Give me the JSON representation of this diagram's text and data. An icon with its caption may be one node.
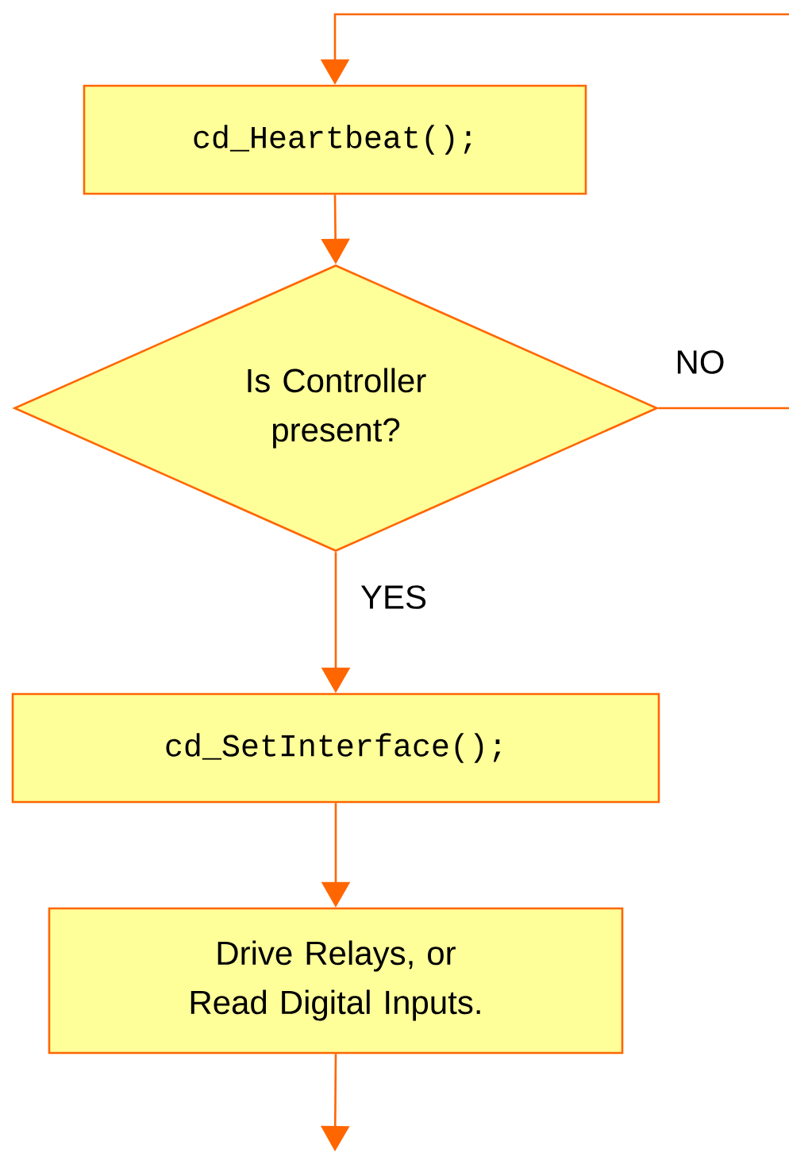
{
  "diagram": {
    "nodes": [
      {
        "text": [
          "cd_Heartbeat();"
        ]
      },
      {
        "text": [
          "Is Controller present?"
        ]
      },
      {
        "text": [
          "cd_SetInterface();"
        ]
      },
      {
        "text": [
          "Drive Relays, or Read Digital Inputs."
        ]
      }
    ],
    "edges": [
      {
        "from": null,
        "to": 0,
        "arrow": "to"
      },
      {
        "from": 0,
        "to": 1,
        "arrow": "to"
      },
      {
        "from": 1,
        "to": null,
        "arrow": "none",
        "label": "NO"
      },
      {
        "from": 1,
        "to": 2,
        "arrow": "to",
        "label": "YES"
      },
      {
        "from": 2,
        "to": 3,
        "arrow": "to"
      },
      {
        "from": 3,
        "to": null,
        "arrow": "to"
      }
    ]
  }
}
